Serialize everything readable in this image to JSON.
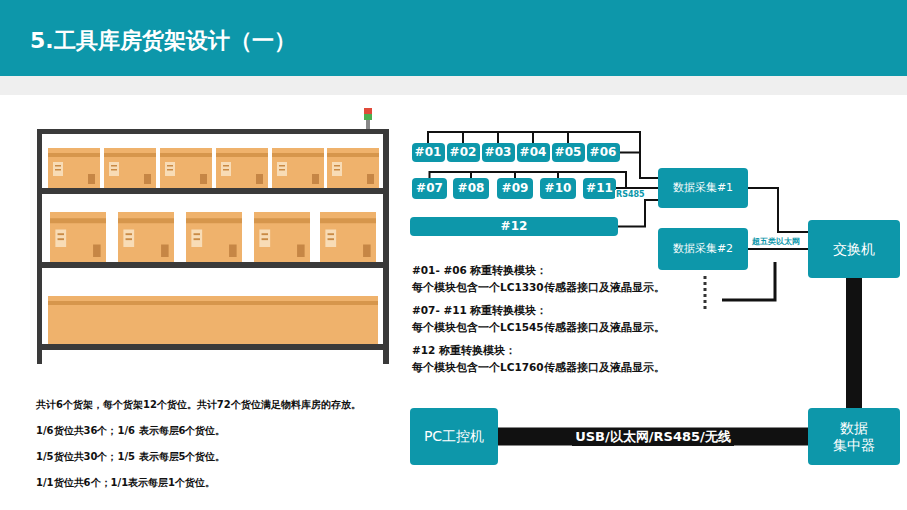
{
  "diagram": {
    "title": "5.工具库房货架设计（一）",
    "nodes": [
      {
        "text": [
          "#01"
        ]
      },
      {
        "text": [
          "#02"
        ]
      },
      {
        "text": [
          "#03"
        ]
      },
      {
        "text": [
          "#04"
        ]
      },
      {
        "text": [
          "#05"
        ]
      },
      {
        "text": [
          "#06"
        ]
      },
      {
        "text": [
          "#07"
        ]
      },
      {
        "text": [
          "#08"
        ]
      },
      {
        "text": [
          "#09"
        ]
      },
      {
        "text": [
          "#10"
        ]
      },
      {
        "text": [
          "#11"
        ]
      },
      {
        "text": [
          "#12"
        ]
      },
      {
        "text": [
          "数据采集#1"
        ]
      },
      {
        "text": [
          "数据采集#2"
        ]
      },
      {
        "text": [
          "交换机"
        ]
      },
      {
        "text": [
          "PC工控机"
        ]
      },
      {
        "text": [
          "数据 集中器"
        ]
      }
    ],
    "edges": [
      {
        "from": 0,
        "to": 12,
        "arrow": "none"
      },
      {
        "from": 1,
        "to": 12,
        "arrow": "none"
      },
      {
        "from": 2,
        "to": 12,
        "arrow": "none"
      },
      {
        "from": 3,
        "to": 12,
        "arrow": "none"
      },
      {
        "from": 4,
        "to": 12,
        "arrow": "none"
      },
      {
        "from": 5,
        "to": 12,
        "arrow": "none"
      },
      {
        "from": 6,
        "to": 12,
        "arrow": "none"
      },
      {
        "from": 7,
        "to": 12,
        "arrow": "none"
      },
      {
        "from": 8,
        "to": 12,
        "arrow": "none"
      },
      {
        "from": 9,
        "to": 12,
        "arrow": "none"
      },
      {
        "from": 10,
        "to": 12,
        "label": "RS485",
        "arrow": "none"
      },
      {
        "from": 11,
        "to": 12,
        "arrow": "none"
      },
      {
        "from": 12,
        "to": 14,
        "arrow": "none"
      },
      {
        "from": 13,
        "to": 14,
        "label": "超五类以太网",
        "arrow": "none"
      },
      {
        "from": 14,
        "to": 16,
        "arrow": "none"
      },
      {
        "from": 15,
        "to": 16,
        "label": "USB/以太网/RS485/无线",
        "arrow": "none"
      }
    ],
    "labels": [
      "#01- #06 称重转换模块：",
      "每个模块包含一个LC1330传感器接口及液晶显示。",
      "#07- #11 称重转换模块：",
      "每个模块包含一个LC1545传感器接口及液晶显示。",
      "#12 称重转换模块：",
      "每个模块包含一个LC1760传感器接口及液晶显示。",
      "共计6个货架，每个货架12个货位。共计72个货位满足物料库房的存放。",
      "1/6货位共36个；1/6 表示每层6个货位。",
      "1/5货位共30个；1/5 表示每层5个货位。",
      "1/1货位共6个；1/1表示每层1个货位。"
    ]
  }
}
